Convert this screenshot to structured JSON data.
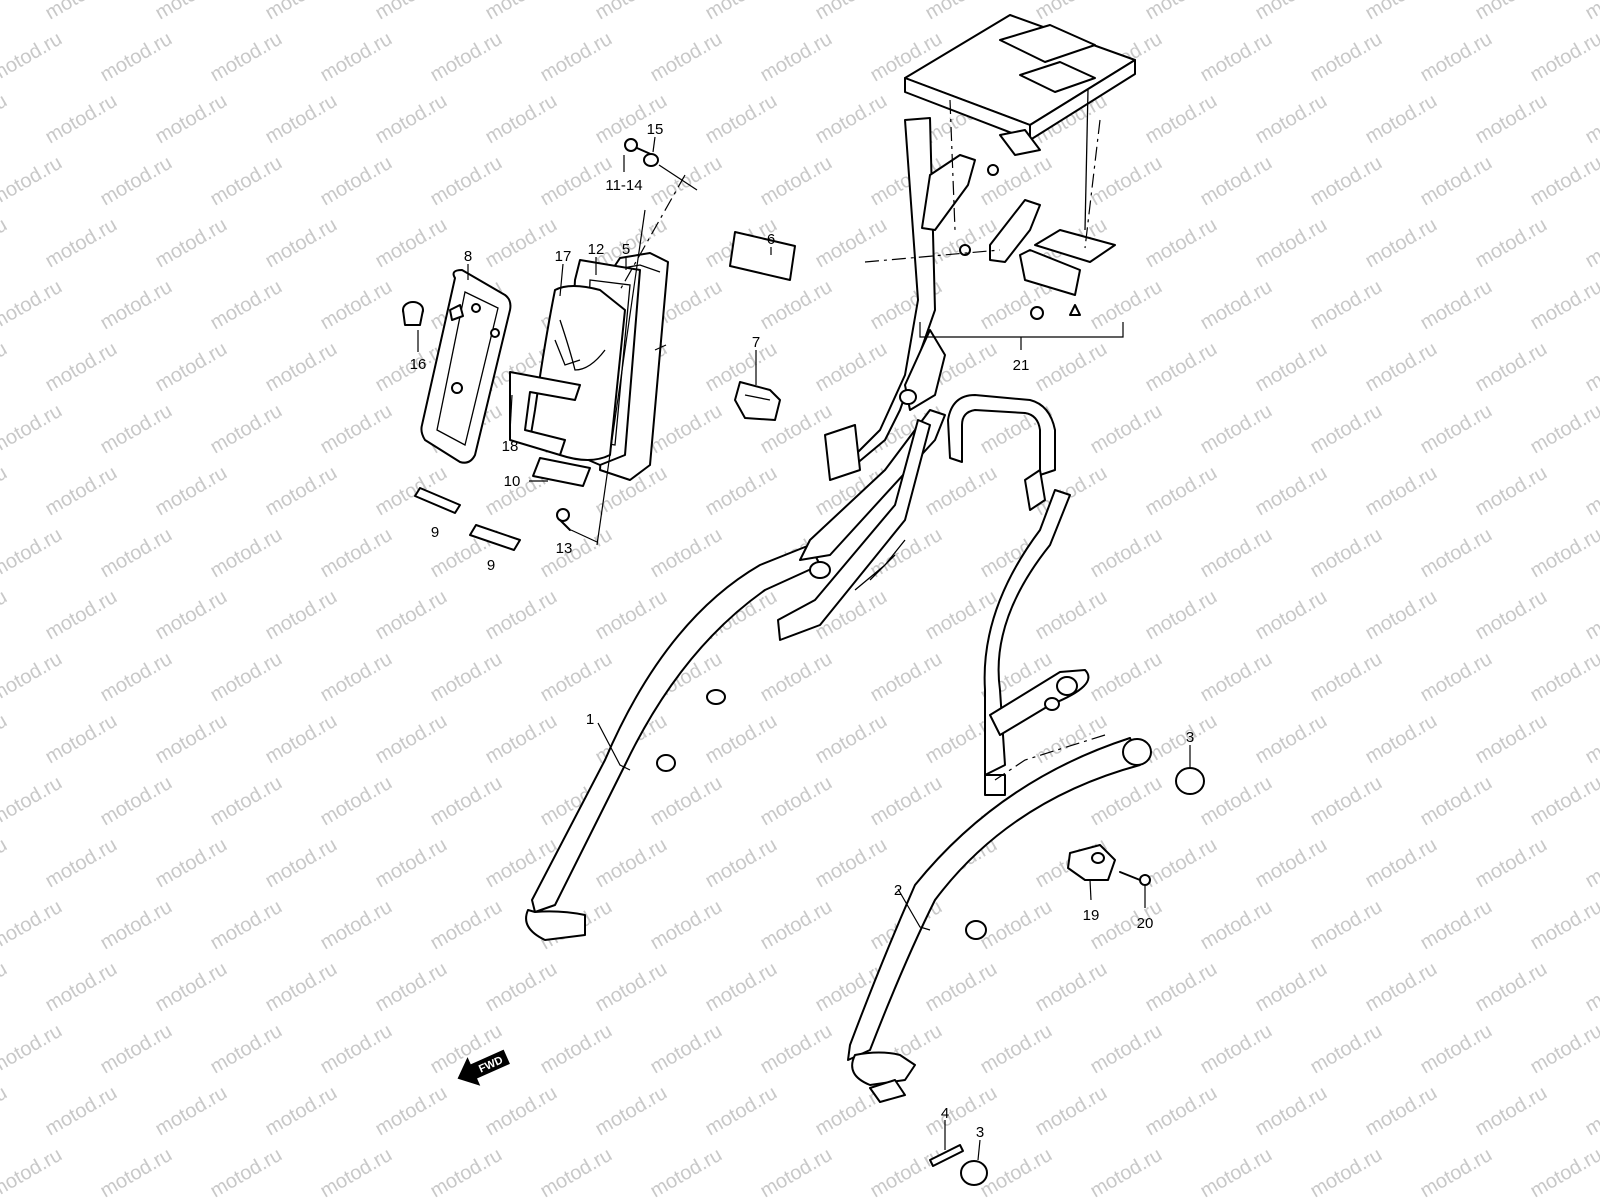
{
  "watermark": {
    "text": "motod.ru",
    "color": "#c8c8c8"
  },
  "direction_label": "FWD",
  "callouts": {
    "c1": "1",
    "c2": "2",
    "c3a": "3",
    "c3b": "3",
    "c4": "4",
    "c5": "5",
    "c6": "6",
    "c7": "7",
    "c8": "8",
    "c9a": "9",
    "c9b": "9",
    "c10": "10",
    "c11_14": "11-14",
    "c12": "12",
    "c13": "13",
    "c15": "15",
    "c16": "16",
    "c17": "17",
    "c18": "18",
    "c19": "19",
    "c20": "20",
    "c21": "21"
  },
  "colors": {
    "line": "#000000",
    "background": "#ffffff"
  }
}
